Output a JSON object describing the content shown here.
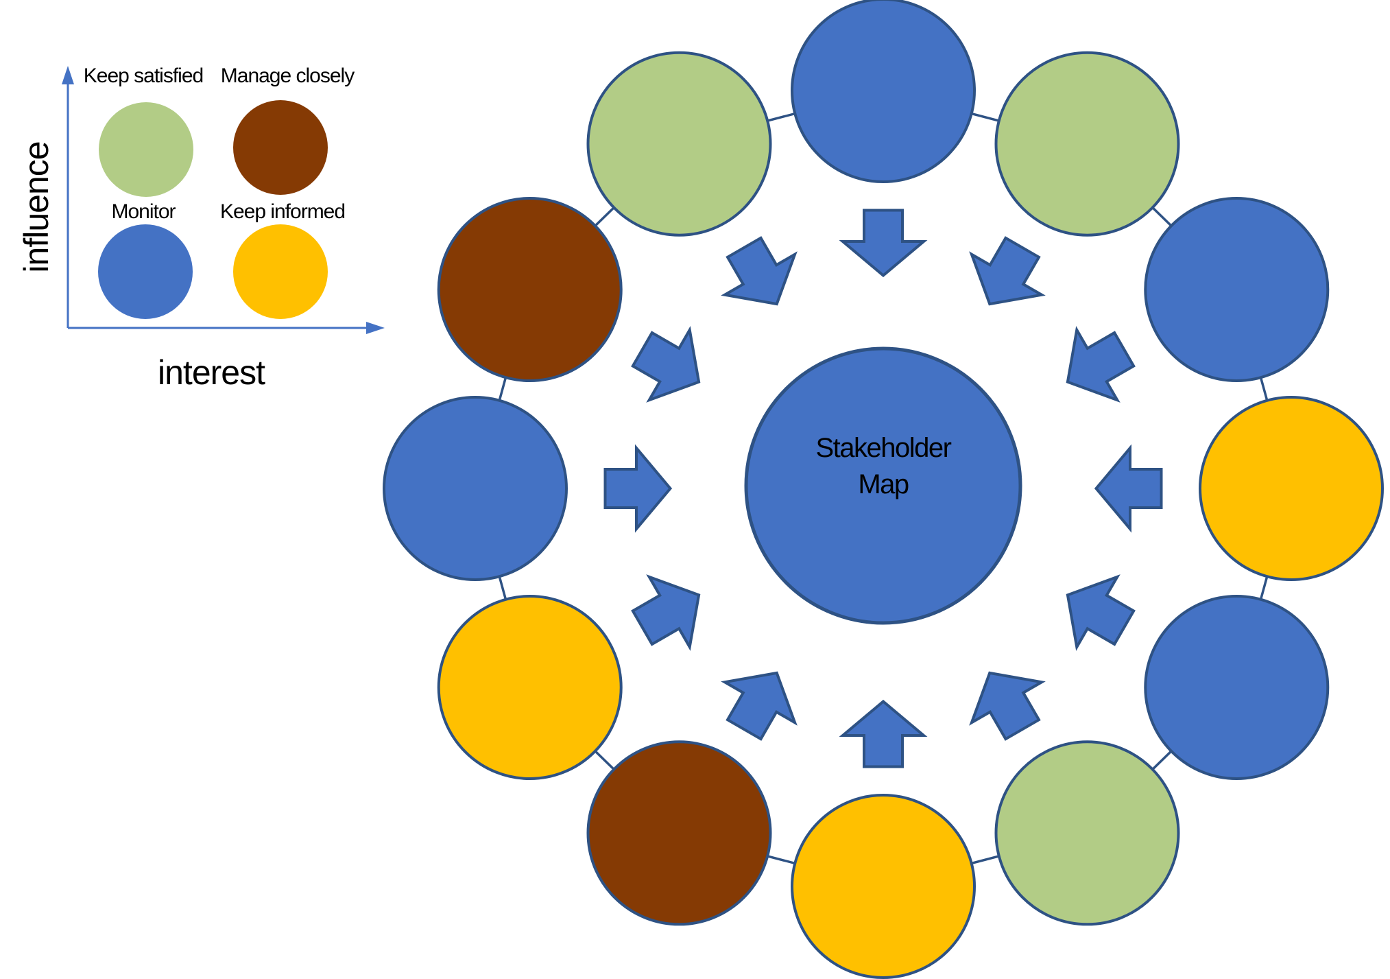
{
  "title": "Stakeholder Map",
  "palette": {
    "monitor": "#4472C4",
    "keep_satisfied": "#B2CC86",
    "manage_closely": "#853A04",
    "keep_informed": "#FFC000",
    "outline": "#2E5284",
    "axis": "#4472C4",
    "label_text": "#000000",
    "center_text": "#FFFFFF"
  },
  "legend": {
    "y_axis_label": "influence",
    "x_axis_label": "interest",
    "quadrants": [
      {
        "label": "Keep satisfied",
        "category": "keep_satisfied",
        "color": "#B2CC86"
      },
      {
        "label": "Manage closely",
        "category": "manage_closely",
        "color": "#853A04"
      },
      {
        "label": "Monitor",
        "category": "monitor",
        "color": "#4472C4"
      },
      {
        "label": "Keep informed",
        "category": "keep_informed",
        "color": "#FFC000"
      }
    ]
  },
  "center": {
    "line1": "Stakeholder",
    "line2": "Map"
  },
  "ring": {
    "segments": [
      {
        "position": "12-oclock",
        "category": "monitor"
      },
      {
        "position": "1-oclock",
        "category": "keep_satisfied"
      },
      {
        "position": "2-oclock",
        "category": "monitor"
      },
      {
        "position": "3-oclock",
        "category": "keep_informed"
      },
      {
        "position": "4-oclock",
        "category": "monitor"
      },
      {
        "position": "5-oclock",
        "category": "keep_satisfied"
      },
      {
        "position": "6-oclock",
        "category": "keep_informed"
      },
      {
        "position": "7-oclock",
        "category": "manage_closely"
      },
      {
        "position": "8-oclock",
        "category": "keep_informed"
      },
      {
        "position": "9-oclock",
        "category": "monitor"
      },
      {
        "position": "10-oclock",
        "category": "manage_closely"
      },
      {
        "position": "11-oclock",
        "category": "keep_satisfied"
      }
    ]
  }
}
